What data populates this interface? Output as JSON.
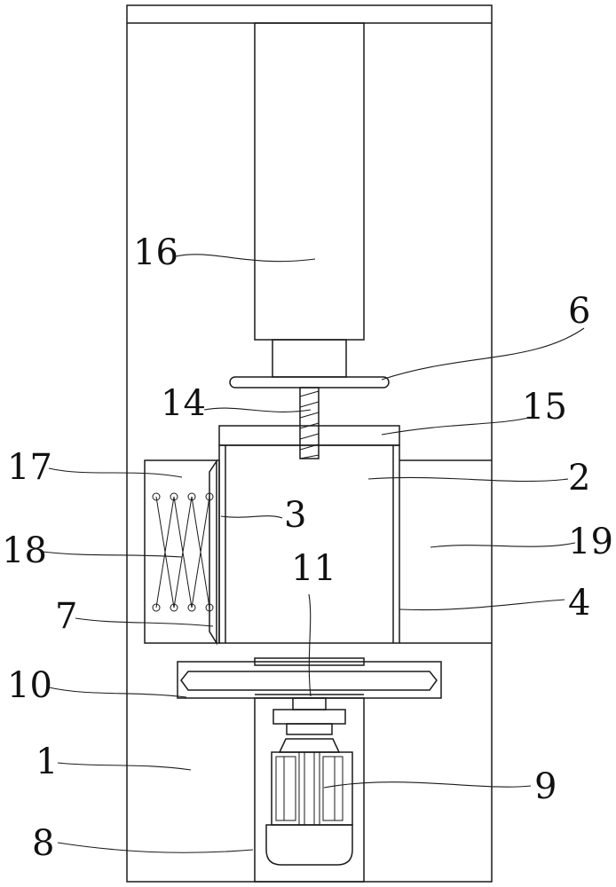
{
  "labels": {
    "l1": "1",
    "l2": "2",
    "l3": "3",
    "l4": "4",
    "l6": "6",
    "l7": "7",
    "l8": "8",
    "l9": "9",
    "l10": "10",
    "l11": "11",
    "l14": "14",
    "l15": "15",
    "l16": "16",
    "l17": "17",
    "l18": "18",
    "l19": "19"
  }
}
